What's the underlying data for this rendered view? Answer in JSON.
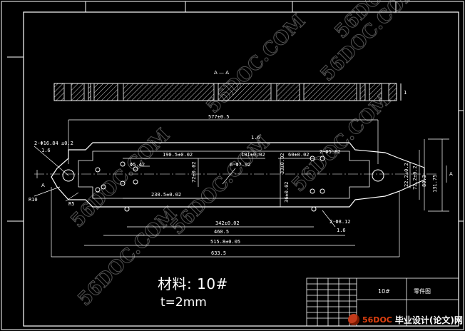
{
  "section": {
    "label": "A — A",
    "thickness_dim": "1"
  },
  "views": {
    "arrow_left": "A",
    "arrow_right": "A"
  },
  "dims": {
    "overall_top": "577±0.5",
    "d190": "190.5±0.02",
    "d101": "101±0.02",
    "d60": "60±0.02",
    "d230": "230.5±0.02",
    "d342": "342±0.02",
    "d460": "460.5",
    "d515": "515.8±0.05",
    "d633": "633.5",
    "hole_left": "2-Φ16.84",
    "hole_left_tol": "±0.2",
    "hole_left_sub": "1.6",
    "hole_mid1": "Φ5.42",
    "hole_mid2": "6-Φ7.92",
    "hole_right": "2-Φ5.82",
    "hole_bottom": "2-Φ8.12",
    "hole_bottom_sub": "1.6",
    "v72": "72±0.02",
    "v33": "33±0.02",
    "v36": "36±0.02",
    "v22": "22.2±0.2",
    "v72b": "72.2±0.2",
    "v80": "80.3",
    "v131": "131.75",
    "r10": "R10",
    "r5": "R5",
    "rough": "1.6"
  },
  "notes": {
    "material": "材料: 10#",
    "thickness": "t=2mm"
  },
  "title_block": {
    "material_cell": "10#",
    "name_cell": "零件图"
  },
  "watermark": {
    "text": "56DOC.COM"
  },
  "logo": {
    "brand": "56DOC",
    "text": "毕业设计(论文)网"
  }
}
